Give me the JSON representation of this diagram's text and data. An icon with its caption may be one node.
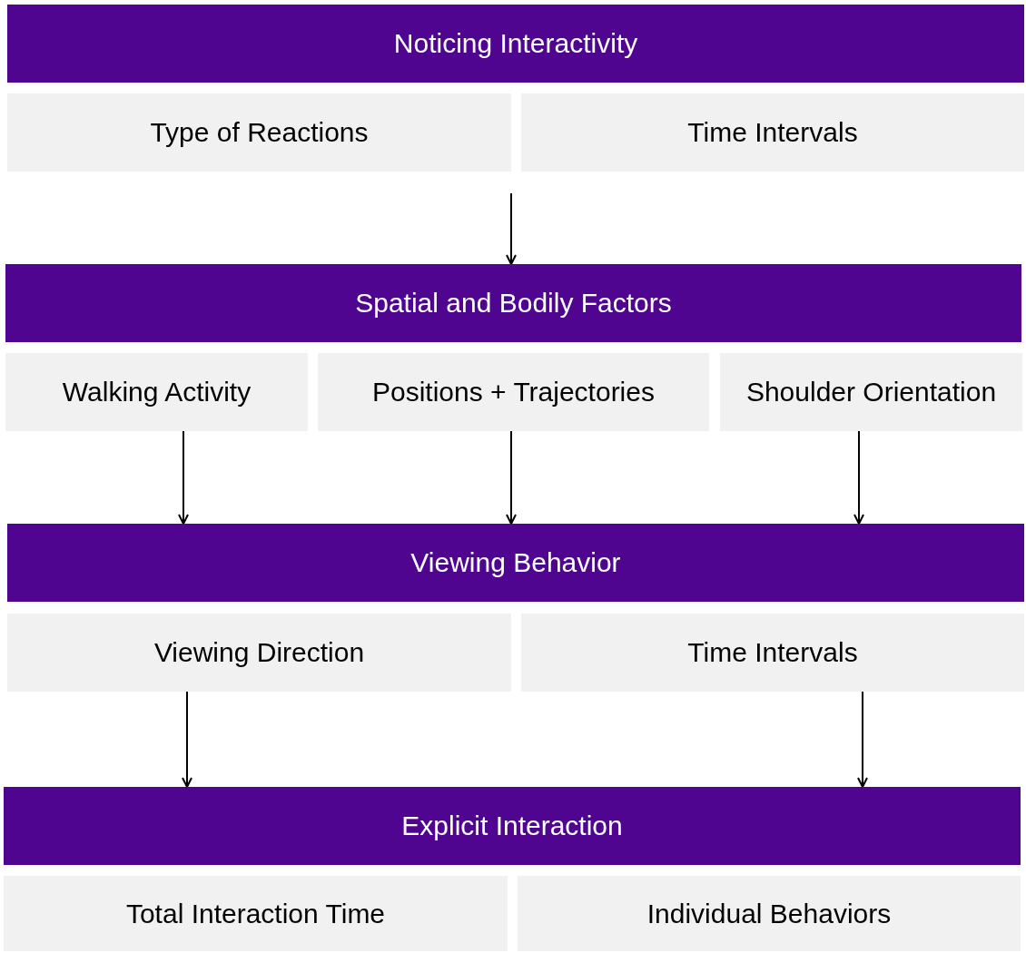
{
  "diagram": {
    "nodes": [
      {
        "text": [
          "Noticing Interactivity"
        ]
      },
      {
        "text": [
          "Type of Reactions"
        ]
      },
      {
        "text": [
          "Time Intervals"
        ]
      },
      {
        "text": [
          "Spatial and Bodily Factors"
        ]
      },
      {
        "text": [
          "Walking Activity"
        ]
      },
      {
        "text": [
          "Positions + Trajectories"
        ]
      },
      {
        "text": [
          "Shoulder Orientation"
        ]
      },
      {
        "text": [
          "Viewing Behavior"
        ]
      },
      {
        "text": [
          "Viewing Direction"
        ]
      },
      {
        "text": [
          "Time Intervals"
        ]
      },
      {
        "text": [
          "Explicit Interaction"
        ]
      },
      {
        "text": [
          "Total Interaction Time"
        ]
      },
      {
        "text": [
          "Individual Behaviors"
        ]
      }
    ],
    "edges": [
      {
        "from": null,
        "to": 3,
        "arrow": "to"
      },
      {
        "from": 4,
        "to": 7,
        "arrow": "to"
      },
      {
        "from": 5,
        "to": 7,
        "arrow": "to"
      },
      {
        "from": 6,
        "to": 7,
        "arrow": "to"
      },
      {
        "from": 8,
        "to": 10,
        "arrow": "to"
      },
      {
        "from": 9,
        "to": 10,
        "arrow": "to"
      }
    ]
  }
}
